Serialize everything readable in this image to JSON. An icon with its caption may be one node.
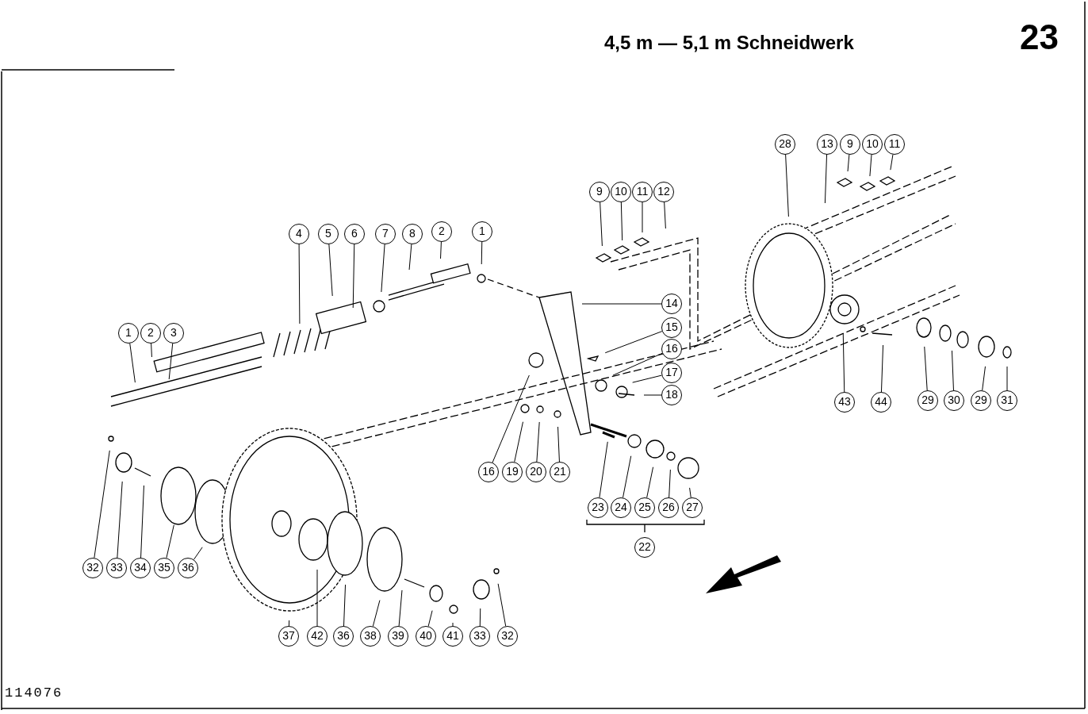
{
  "diagram": {
    "title": "4,5 m — 5,1 m Schneidwerk",
    "nodes": [
      {
        "text": [
          "28"
        ]
      },
      {
        "text": [
          "13"
        ]
      },
      {
        "text": [
          "9"
        ]
      },
      {
        "text": [
          "10"
        ]
      },
      {
        "text": [
          "11"
        ]
      },
      {
        "text": [
          "9"
        ]
      },
      {
        "text": [
          "10"
        ]
      },
      {
        "text": [
          "11"
        ]
      },
      {
        "text": [
          "12"
        ]
      },
      {
        "text": [
          "4"
        ]
      },
      {
        "text": [
          "5"
        ]
      },
      {
        "text": [
          "6"
        ]
      },
      {
        "text": [
          "7"
        ]
      },
      {
        "text": [
          "8"
        ]
      },
      {
        "text": [
          "2"
        ]
      },
      {
        "text": [
          "1"
        ]
      },
      {
        "text": [
          "14"
        ]
      },
      {
        "text": [
          "15"
        ]
      },
      {
        "text": [
          "16"
        ]
      },
      {
        "text": [
          "17"
        ]
      },
      {
        "text": [
          "18"
        ]
      },
      {
        "text": [
          "1"
        ]
      },
      {
        "text": [
          "2"
        ]
      },
      {
        "text": [
          "3"
        ]
      },
      {
        "text": [
          "43"
        ]
      },
      {
        "text": [
          "44"
        ]
      },
      {
        "text": [
          "29"
        ]
      },
      {
        "text": [
          "30"
        ]
      },
      {
        "text": [
          "29"
        ]
      },
      {
        "text": [
          "31"
        ]
      },
      {
        "text": [
          "16"
        ]
      },
      {
        "text": [
          "19"
        ]
      },
      {
        "text": [
          "20"
        ]
      },
      {
        "text": [
          "21"
        ]
      },
      {
        "text": [
          "23"
        ]
      },
      {
        "text": [
          "24"
        ]
      },
      {
        "text": [
          "25"
        ]
      },
      {
        "text": [
          "26"
        ]
      },
      {
        "text": [
          "27"
        ]
      },
      {
        "text": [
          "22"
        ]
      },
      {
        "text": [
          "32"
        ]
      },
      {
        "text": [
          "33"
        ]
      },
      {
        "text": [
          "34"
        ]
      },
      {
        "text": [
          "35"
        ]
      },
      {
        "text": [
          "36"
        ]
      },
      {
        "text": [
          "37"
        ]
      },
      {
        "text": [
          "42"
        ]
      },
      {
        "text": [
          "36"
        ]
      },
      {
        "text": [
          "38"
        ]
      },
      {
        "text": [
          "39"
        ]
      },
      {
        "text": [
          "40"
        ]
      },
      {
        "text": [
          "41"
        ]
      },
      {
        "text": [
          "33"
        ]
      },
      {
        "text": [
          "32"
        ]
      }
    ],
    "edges": [
      {
        "from": 0,
        "to": null,
        "arrow": "none"
      },
      {
        "from": 1,
        "to": null,
        "arrow": "none"
      },
      {
        "from": 2,
        "to": null,
        "arrow": "none"
      },
      {
        "from": 3,
        "to": null,
        "arrow": "none"
      },
      {
        "from": 4,
        "to": null,
        "arrow": "none"
      },
      {
        "from": 5,
        "to": null,
        "arrow": "none"
      },
      {
        "from": 6,
        "to": null,
        "arrow": "none"
      },
      {
        "from": 7,
        "to": null,
        "arrow": "none"
      },
      {
        "from": 8,
        "to": null,
        "arrow": "none"
      },
      {
        "from": 9,
        "to": null,
        "arrow": "none"
      },
      {
        "from": 10,
        "to": null,
        "arrow": "none"
      },
      {
        "from": 11,
        "to": null,
        "arrow": "none"
      },
      {
        "from": 12,
        "to": null,
        "arrow": "none"
      },
      {
        "from": 13,
        "to": null,
        "arrow": "none"
      },
      {
        "from": 14,
        "to": null,
        "arrow": "none"
      },
      {
        "from": 15,
        "to": null,
        "arrow": "none"
      },
      {
        "from": 16,
        "to": null,
        "arrow": "none"
      },
      {
        "from": 17,
        "to": null,
        "arrow": "none"
      },
      {
        "from": 18,
        "to": null,
        "arrow": "none"
      },
      {
        "from": 19,
        "to": null,
        "arrow": "none"
      },
      {
        "from": 20,
        "to": null,
        "arrow": "none"
      },
      {
        "from": 21,
        "to": null,
        "arrow": "none"
      },
      {
        "from": 22,
        "to": null,
        "arrow": "none"
      },
      {
        "from": 23,
        "to": null,
        "arrow": "none"
      },
      {
        "from": 24,
        "to": null,
        "arrow": "none"
      },
      {
        "from": 25,
        "to": null,
        "arrow": "none"
      },
      {
        "from": 26,
        "to": null,
        "arrow": "none"
      },
      {
        "from": 27,
        "to": null,
        "arrow": "none"
      },
      {
        "from": 28,
        "to": null,
        "arrow": "none"
      },
      {
        "from": 29,
        "to": null,
        "arrow": "none"
      },
      {
        "from": 30,
        "to": null,
        "arrow": "none"
      },
      {
        "from": 31,
        "to": null,
        "arrow": "none"
      },
      {
        "from": 32,
        "to": null,
        "arrow": "none"
      },
      {
        "from": 33,
        "to": null,
        "arrow": "none"
      },
      {
        "from": 34,
        "to": null,
        "arrow": "none"
      },
      {
        "from": 35,
        "to": null,
        "arrow": "none"
      },
      {
        "from": 36,
        "to": null,
        "arrow": "none"
      },
      {
        "from": 37,
        "to": null,
        "arrow": "none"
      },
      {
        "from": 38,
        "to": null,
        "arrow": "none"
      },
      {
        "from": 40,
        "to": null,
        "arrow": "none"
      },
      {
        "from": 41,
        "to": null,
        "arrow": "none"
      },
      {
        "from": 42,
        "to": null,
        "arrow": "none"
      },
      {
        "from": 43,
        "to": null,
        "arrow": "none"
      },
      {
        "from": 44,
        "to": null,
        "arrow": "none"
      },
      {
        "from": 45,
        "to": null,
        "arrow": "none"
      },
      {
        "from": 46,
        "to": null,
        "arrow": "none"
      },
      {
        "from": 47,
        "to": null,
        "arrow": "none"
      },
      {
        "from": 48,
        "to": null,
        "arrow": "none"
      },
      {
        "from": 49,
        "to": null,
        "arrow": "none"
      },
      {
        "from": 50,
        "to": null,
        "arrow": "none"
      },
      {
        "from": 51,
        "to": null,
        "arrow": "none"
      },
      {
        "from": 52,
        "to": null,
        "arrow": "none"
      },
      {
        "from": 53,
        "to": null,
        "arrow": "none"
      }
    ],
    "labels": [
      "23",
      "114076"
    ]
  }
}
